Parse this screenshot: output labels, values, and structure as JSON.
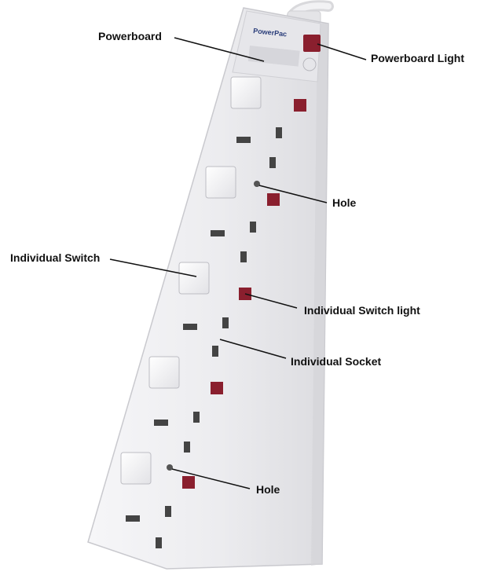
{
  "labels": {
    "powerboard": "Powerboard",
    "powerboard_light": "Powerboard Light",
    "hole_upper": "Hole",
    "individual_switch": "Individual Switch",
    "individual_switch_light": "Individual Switch light",
    "individual_socket": "Individual Socket",
    "hole_lower": "Hole"
  },
  "brand_text": "PowerPac",
  "colors": {
    "board_body": "#eeeef1",
    "indicator_light": "#8a1f2e",
    "leader_line": "#111111"
  }
}
